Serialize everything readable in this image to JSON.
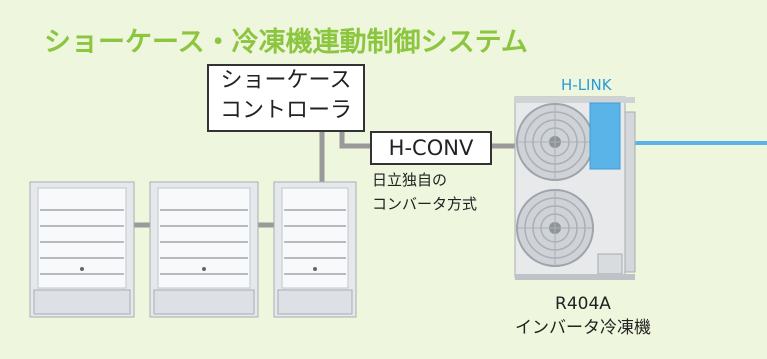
{
  "title": "ショーケース・冷凍機連動制御システム",
  "showcase_controller": {
    "line1": "ショーケース",
    "line2": "コントローラ"
  },
  "converter": {
    "label": "H-CONV",
    "desc_line1": "日立独自の",
    "desc_line2": "コンバータ方式"
  },
  "hlink": {
    "label": "H-LINK",
    "color": "#5bb4e8"
  },
  "unit": {
    "model": "R404A",
    "name": "インバータ冷凍機"
  },
  "colors": {
    "background": "#eef6dd",
    "title": "#8cc63f",
    "wire": "#9a9a9a",
    "hlink_line": "#5bb4e8"
  }
}
